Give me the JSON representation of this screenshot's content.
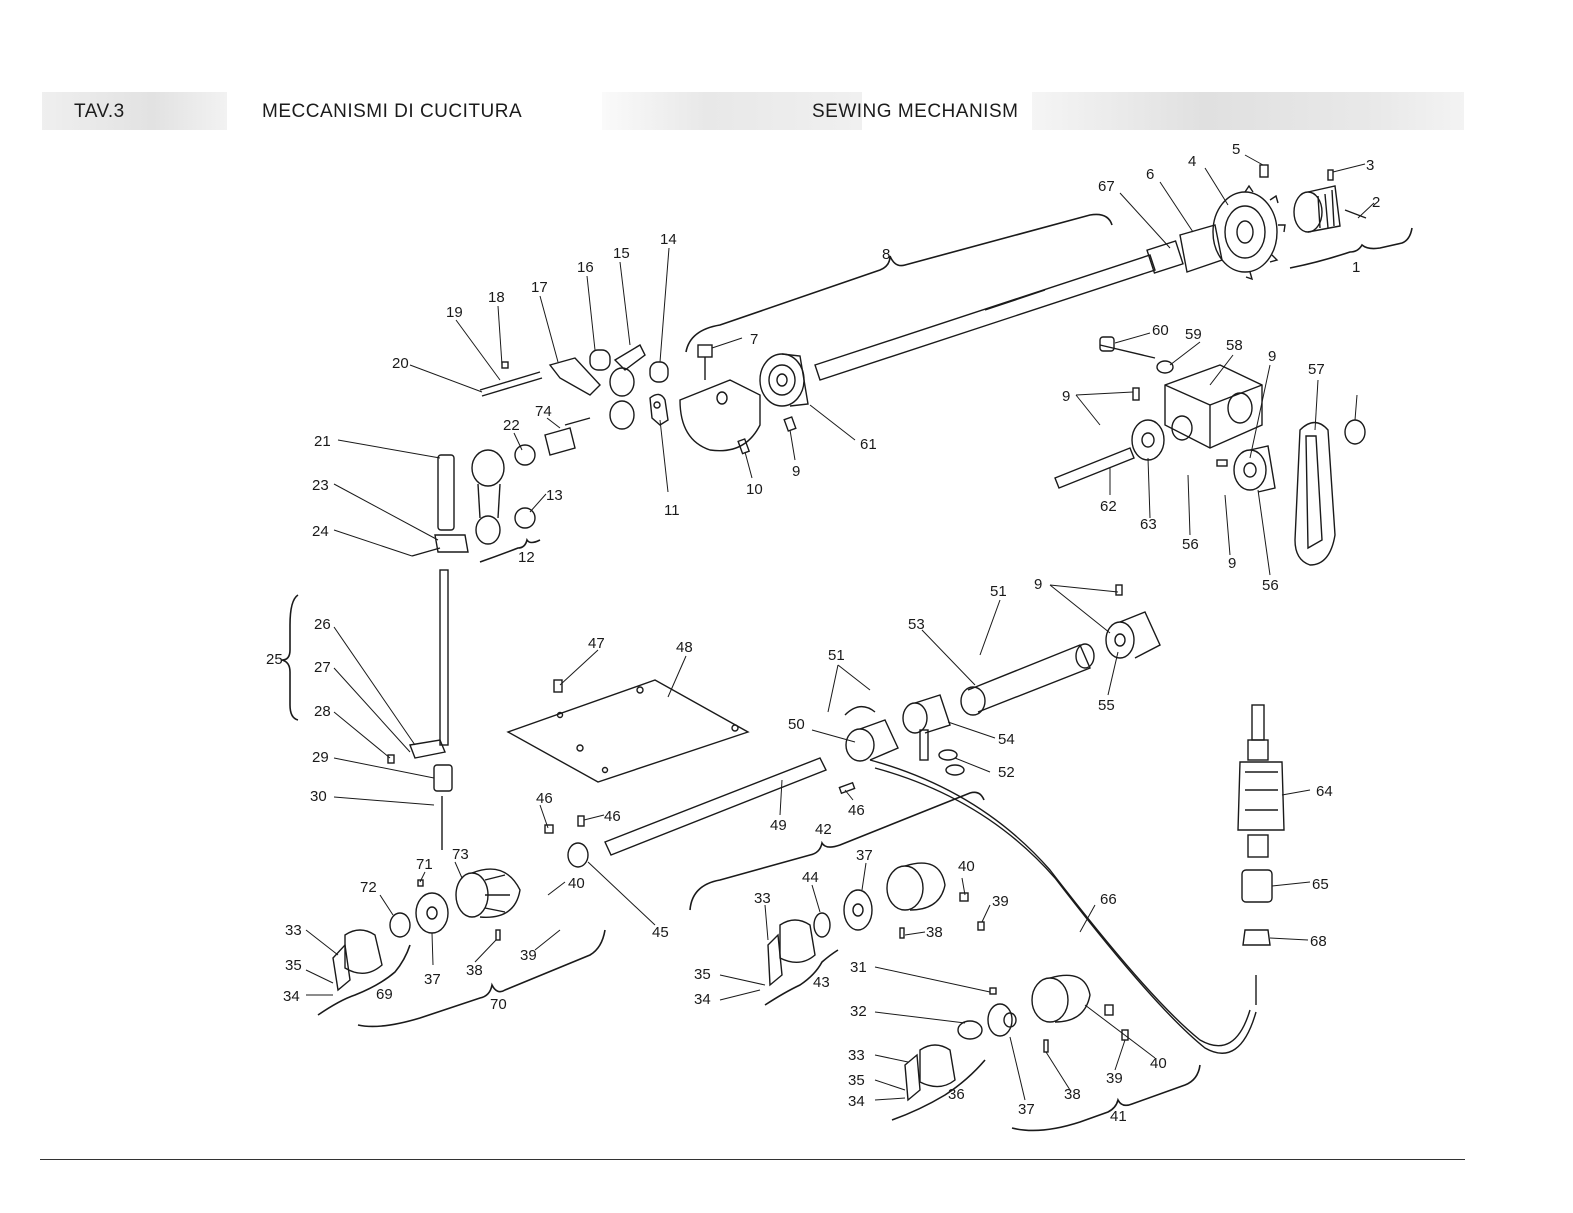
{
  "header": {
    "plate": "TAV.3",
    "title_it": "MECCANISMI DI CUCITURA",
    "title_en": "SEWING MECHANISM"
  },
  "diagram": {
    "part_numbers": [
      "1",
      "2",
      "3",
      "4",
      "5",
      "6",
      "7",
      "8",
      "9",
      "10",
      "11",
      "12",
      "13",
      "14",
      "15",
      "16",
      "17",
      "18",
      "19",
      "20",
      "21",
      "22",
      "23",
      "24",
      "25",
      "26",
      "27",
      "28",
      "29",
      "30",
      "31",
      "32",
      "33",
      "34",
      "35",
      "36",
      "37",
      "38",
      "39",
      "40",
      "41",
      "42",
      "43",
      "44",
      "45",
      "46",
      "47",
      "48",
      "49",
      "50",
      "51",
      "52",
      "53",
      "54",
      "55",
      "56",
      "57",
      "58",
      "59",
      "60",
      "61",
      "62",
      "63",
      "64",
      "65",
      "66",
      "67",
      "68",
      "69",
      "70",
      "71",
      "72",
      "73",
      "74"
    ]
  },
  "colors": {
    "ink": "#1a1a1a",
    "header_tint": "#e6e6e6",
    "paper": "#ffffff"
  }
}
